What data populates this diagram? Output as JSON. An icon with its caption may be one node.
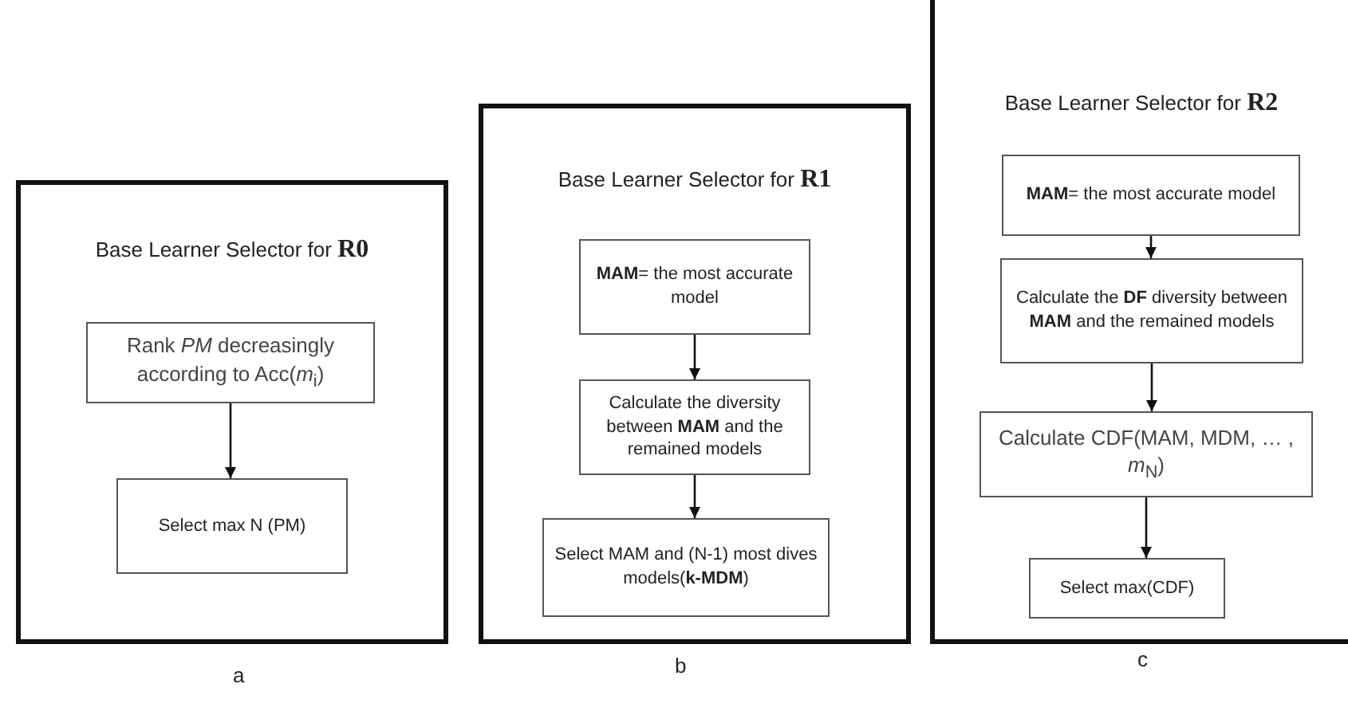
{
  "diagram": {
    "nodes": [
      {
        "text": [
          "Base Learner Selector for **R0**"
        ],
        "beside": [
          "a"
        ]
      },
      {
        "text": [
          "Rank *PM* decreasingly according to Acc(*m*$_{i}$)"
        ],
        "in": 0
      },
      {
        "text": [
          "Select max N (PM)"
        ],
        "in": 0
      },
      {
        "text": [
          "Base Learner Selector for **R1**"
        ],
        "beside": [
          "b"
        ]
      },
      {
        "text": [
          "**MAM**= the most accurate model"
        ],
        "in": 3
      },
      {
        "text": [
          "Calculate the diversity between **MAM** and the remained models"
        ],
        "in": 3
      },
      {
        "text": [
          "Select MAM and (N-1) most dives models(**k-MDM**)"
        ],
        "in": 3
      },
      {
        "text": [
          "Base Learner Selector for **R2**"
        ],
        "beside": [
          "c"
        ]
      },
      {
        "text": [
          "**MAM**= the most accurate model"
        ],
        "in": 7
      },
      {
        "text": [
          "Calculate the **DF** diversity between **MAM** and the remained models"
        ],
        "in": 7
      },
      {
        "text": [
          "Calculate CDF(MAM, MDM, … , *m*$_{N}$)"
        ],
        "in": 7
      },
      {
        "text": [
          "Select max(CDF)"
        ],
        "in": 7
      }
    ],
    "edges": [
      {
        "from": 1,
        "to": 2,
        "arrow": "to"
      },
      {
        "from": 4,
        "to": 5,
        "arrow": "to"
      },
      {
        "from": 5,
        "to": 6,
        "arrow": "to"
      },
      {
        "from": 8,
        "to": 9,
        "arrow": "to"
      },
      {
        "from": 9,
        "to": 10,
        "arrow": "to"
      },
      {
        "from": 10,
        "to": 11,
        "arrow": "to"
      }
    ]
  }
}
